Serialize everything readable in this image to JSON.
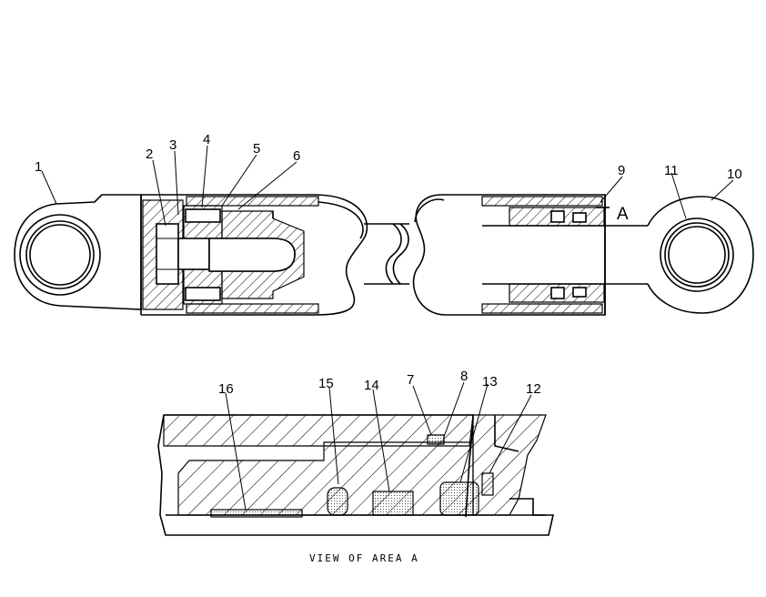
{
  "callouts": [
    {
      "id": "1",
      "label": "1"
    },
    {
      "id": "2",
      "label": "2"
    },
    {
      "id": "3",
      "label": "3"
    },
    {
      "id": "4",
      "label": "4"
    },
    {
      "id": "5",
      "label": "5"
    },
    {
      "id": "6",
      "label": "6"
    },
    {
      "id": "9",
      "label": "9"
    },
    {
      "id": "11",
      "label": "11"
    },
    {
      "id": "10",
      "label": "10"
    },
    {
      "id": "16",
      "label": "16"
    },
    {
      "id": "15",
      "label": "15"
    },
    {
      "id": "14",
      "label": "14"
    },
    {
      "id": "7",
      "label": "7"
    },
    {
      "id": "8",
      "label": "8"
    },
    {
      "id": "13",
      "label": "13"
    },
    {
      "id": "12",
      "label": "12"
    }
  ],
  "area_marker": "A",
  "caption": "VIEW OF AREA A"
}
